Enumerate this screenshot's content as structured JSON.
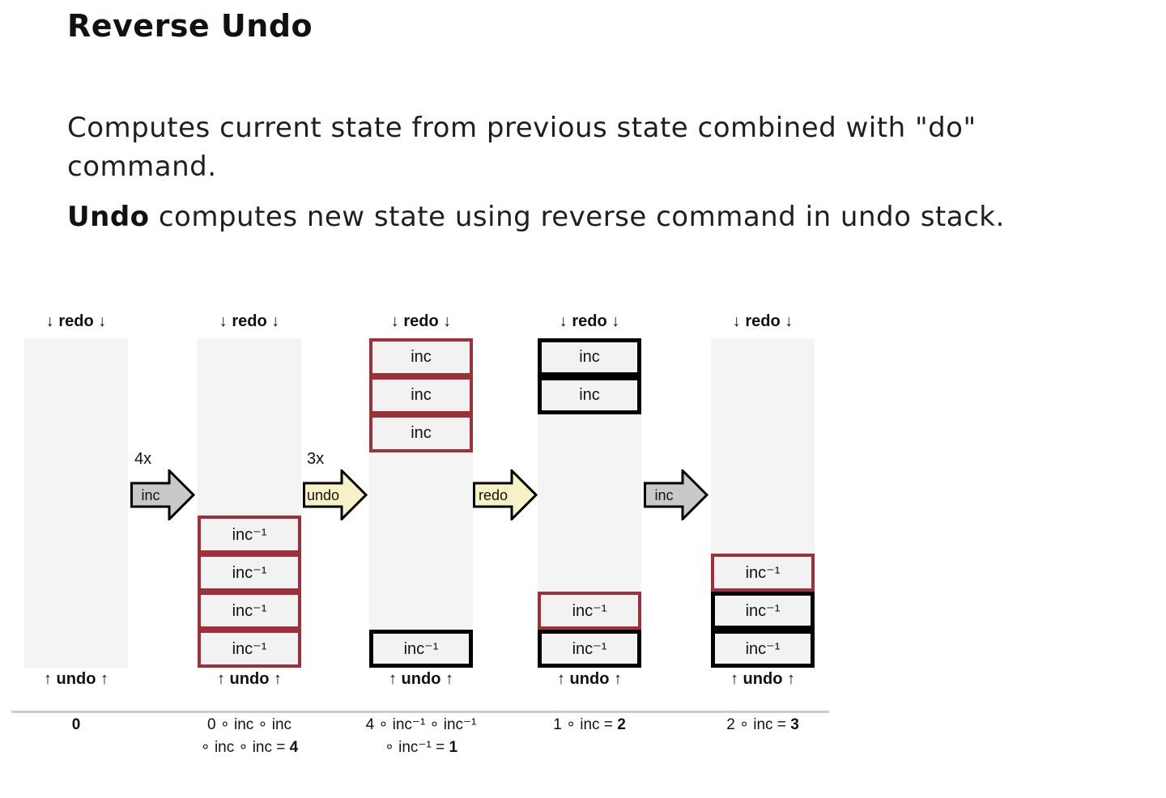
{
  "title": "Reverse Undo",
  "body": {
    "line1": "Computes current state from previous state combined with \"do\"",
    "line2": "command.",
    "line3_bold": "Undo",
    "line3_rest": " computes new state using reverse command in undo stack."
  },
  "diagram": {
    "redo_label": "↓ redo ↓",
    "undo_label": "↑ undo ↑",
    "colors": {
      "red_border": "#9e3039",
      "black_border": "#000000",
      "stack_bg": "#f4f4f4",
      "box_bg": "#f2f2f2",
      "arrow_gray": "#c9c9c9",
      "arrow_yellow": "#f6f2c6",
      "arrow_outline": "#000000",
      "divider": "#cccccc",
      "text": "#111111"
    },
    "columns": [
      {
        "top_boxes": [],
        "bottom_boxes": [],
        "formula": [
          [
            {
              "t": "0",
              "b": true
            }
          ]
        ]
      },
      {
        "top_boxes": [],
        "bottom_boxes": [
          {
            "t": "inc⁻¹",
            "c": "red"
          },
          {
            "t": "inc⁻¹",
            "c": "red"
          },
          {
            "t": "inc⁻¹",
            "c": "red"
          },
          {
            "t": "inc⁻¹",
            "c": "red"
          }
        ],
        "formula": [
          [
            {
              "t": "0 ∘ inc ∘ inc"
            }
          ],
          [
            {
              "t": "∘ inc ∘ inc = "
            },
            {
              "t": "4",
              "b": true
            }
          ]
        ]
      },
      {
        "top_boxes": [
          {
            "t": "inc",
            "c": "red"
          },
          {
            "t": "inc",
            "c": "red"
          },
          {
            "t": "inc",
            "c": "red"
          }
        ],
        "bottom_boxes": [
          {
            "t": "inc⁻¹",
            "c": "black"
          }
        ],
        "formula": [
          [
            {
              "t": "4 ∘ inc⁻¹ ∘ inc⁻¹"
            }
          ],
          [
            {
              "t": "∘ inc⁻¹ = "
            },
            {
              "t": "1",
              "b": true
            }
          ]
        ]
      },
      {
        "top_boxes": [
          {
            "t": "inc",
            "c": "black"
          },
          {
            "t": "inc",
            "c": "black"
          }
        ],
        "bottom_boxes": [
          {
            "t": "inc⁻¹",
            "c": "red"
          },
          {
            "t": "inc⁻¹",
            "c": "black"
          }
        ],
        "formula": [
          [
            {
              "t": "1 ∘ inc = "
            },
            {
              "t": "2",
              "b": true
            }
          ]
        ]
      },
      {
        "top_boxes": [],
        "bottom_boxes": [
          {
            "t": "inc⁻¹",
            "c": "red"
          },
          {
            "t": "inc⁻¹",
            "c": "black"
          },
          {
            "t": "inc⁻¹",
            "c": "black"
          }
        ],
        "formula": [
          [
            {
              "t": "2 ∘ inc = "
            },
            {
              "t": "3",
              "b": true
            }
          ]
        ]
      }
    ],
    "arrows": [
      {
        "count": "4x",
        "label": "inc",
        "style": "gray"
      },
      {
        "count": "3x",
        "label": "undo",
        "style": "yellow"
      },
      {
        "count": "",
        "label": "redo",
        "style": "yellow"
      },
      {
        "count": "",
        "label": "inc",
        "style": "gray"
      }
    ]
  }
}
